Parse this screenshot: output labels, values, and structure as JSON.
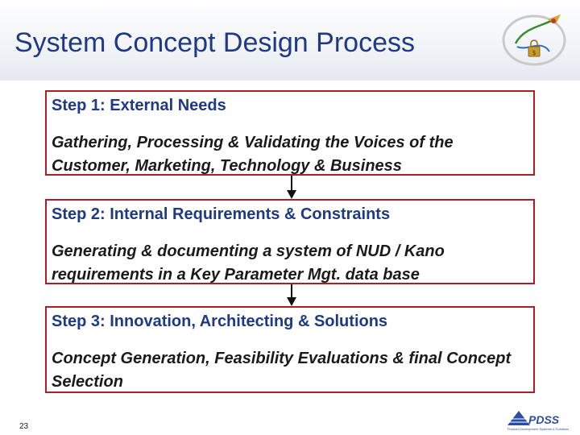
{
  "slide": {
    "title": "System Concept Design Process",
    "page_number": "23"
  },
  "steps": [
    {
      "heading": "Step 1: External Needs",
      "body": "Gathering, Processing & Validating the Voices of the Customer, Marketing, Technology & Business"
    },
    {
      "heading": "Step 2: Internal Requirements & Constraints",
      "body": "Generating & documenting a system of NUD / Kano requirements in a Key Parameter Mgt. data base"
    },
    {
      "heading": "Step 3: Innovation, Architecting & Solutions",
      "body": "Concept Generation, Feasibility Evaluations & final Concept Selection"
    }
  ],
  "footer_logo": {
    "name": "PDSS",
    "tagline": "Product Development Systems & Solutions"
  },
  "colors": {
    "title": "#1f3a82",
    "box_border": "#b01e23",
    "arrow": "#111111"
  },
  "icons": {
    "header_logo": "hummingbird-lock-icon",
    "footer_logo": "pdss-pyramid-logo"
  }
}
